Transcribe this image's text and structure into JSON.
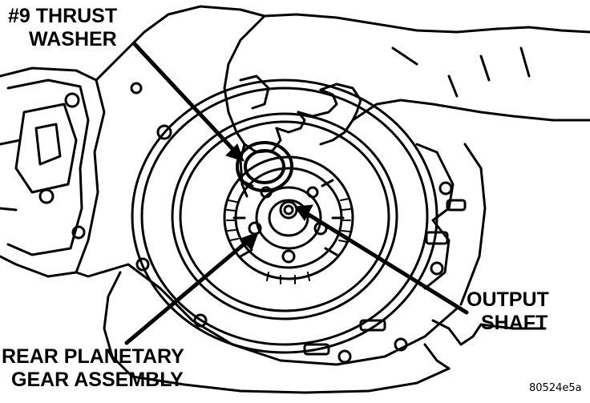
{
  "labels": {
    "thrust_washer": [
      "#9 THRUST",
      "WASHER"
    ],
    "output_shaft": [
      "OUTPUT",
      "SHAFT"
    ],
    "rear_planetary": [
      "REAR PLANETARY",
      "GEAR ASSEMBLY"
    ],
    "figure_code": "80524e5a"
  },
  "colors": {
    "ink": "#000000",
    "paper": "#ffffff"
  }
}
